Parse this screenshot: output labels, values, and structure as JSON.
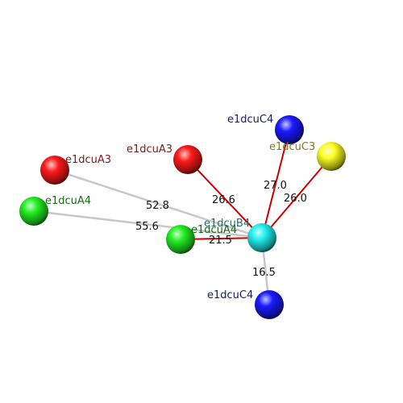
{
  "colors": {
    "red": "#ff1a1a",
    "green": "#22ee22",
    "blue": "#1a1aff",
    "yellow": "#ffff22",
    "cyan": "#22eeee",
    "bond_red": "#cc0000",
    "bond_gray": "#c8c8c8",
    "label_red": "#7a1a1a",
    "label_green": "#1a6a1a",
    "label_blue": "#1a1a6a",
    "label_olive": "#7a7a2a",
    "label_teal": "#2a6a6a"
  },
  "atoms": [
    {
      "id": "a_red_left",
      "label": "e1dcuA3",
      "color": "red",
      "label_color": "label_red"
    },
    {
      "id": "a_red_mid",
      "label": "e1dcuA3",
      "color": "red",
      "label_color": "label_red"
    },
    {
      "id": "a_green_left",
      "label": "e1dcuA4",
      "color": "green",
      "label_color": "label_green"
    },
    {
      "id": "a_green_mid",
      "label": "e1dcuA4",
      "color": "green",
      "label_color": "label_green"
    },
    {
      "id": "a_blue_top",
      "label": "e1dcuC4",
      "color": "blue",
      "label_color": "label_blue"
    },
    {
      "id": "a_yellow",
      "label": "e1dcuC3",
      "color": "yellow",
      "label_color": "label_olive"
    },
    {
      "id": "a_cyan",
      "label": "e1dcuB4",
      "color": "cyan",
      "label_color": "label_teal"
    },
    {
      "id": "a_blue_bot",
      "label": "e1dcuC4",
      "color": "blue",
      "label_color": "label_blue"
    }
  ],
  "bonds": [
    {
      "from": "a_red_left",
      "to": "a_cyan",
      "distance": "52.8",
      "style": "bond_gray"
    },
    {
      "from": "a_green_left",
      "to": "a_cyan",
      "distance": "55.6",
      "style": "bond_gray"
    },
    {
      "from": "a_red_mid",
      "to": "a_cyan",
      "distance": "26.6",
      "style": "bond_red"
    },
    {
      "from": "a_green_mid",
      "to": "a_cyan",
      "distance": "21.5",
      "style": "bond_red"
    },
    {
      "from": "a_blue_top",
      "to": "a_cyan",
      "distance": "27.0",
      "style": "bond_red"
    },
    {
      "from": "a_yellow",
      "to": "a_cyan",
      "distance": "26.0",
      "style": "bond_red"
    },
    {
      "from": "a_blue_bot",
      "to": "a_cyan",
      "distance": "16.5",
      "style": "bond_gray"
    }
  ]
}
